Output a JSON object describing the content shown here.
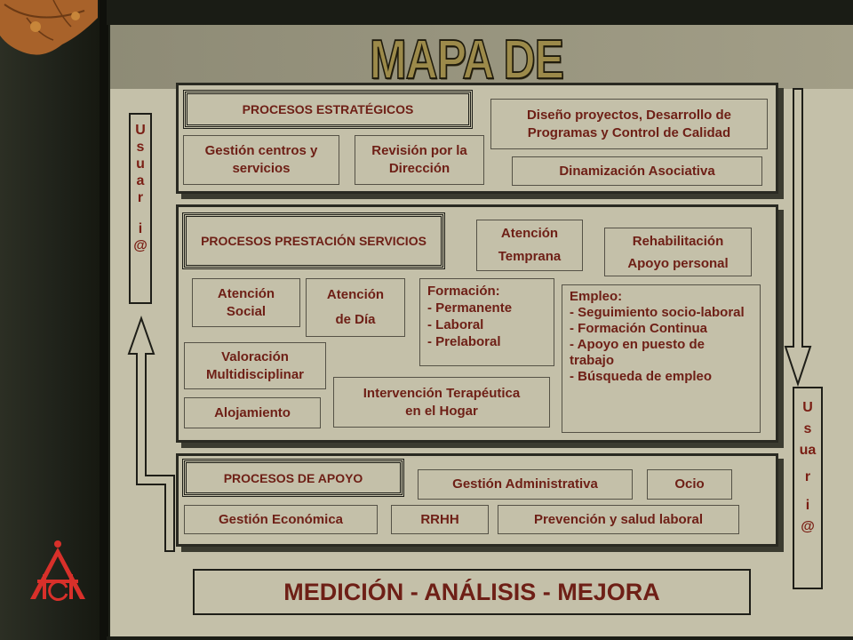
{
  "title": "MAPA DE PROCESOS",
  "usuario_left": [
    "U",
    "s",
    "u",
    "a",
    "r",
    "",
    "i",
    "@"
  ],
  "usuario_right": [
    "U",
    "s",
    "ua",
    "r",
    "i",
    "@"
  ],
  "estrategicos": {
    "header": "PROCESOS ESTRATÉGICOS",
    "items": [
      "Gestión centros y servicios",
      "Revisión por la Dirección",
      "Diseño proyectos, Desarrollo de Programas y Control de Calidad",
      "Dinamización Asociativa"
    ]
  },
  "prestacion": {
    "header": "PROCESOS PRESTACIÓN SERVICIOS",
    "atencion_temprana": [
      "Atención",
      "Temprana"
    ],
    "rehabilitacion": [
      "Rehabilitación",
      "Apoyo personal"
    ],
    "atencion_social": [
      "Atención",
      "Social"
    ],
    "atencion_dia": [
      "Atención",
      "de Día"
    ],
    "formacion": [
      "Formación:",
      "- Permanente",
      "- Laboral",
      "- Prelaboral"
    ],
    "empleo": [
      "Empleo:",
      "- Seguimiento socio-laboral",
      "- Formación Continua",
      "- Apoyo en puesto de trabajo",
      "- Búsqueda de empleo"
    ],
    "valoracion": [
      "Valoración",
      "Multidisciplinar"
    ],
    "intervencion": [
      "Intervención Terapéutica",
      "en el Hogar"
    ],
    "alojamiento": "Alojamiento"
  },
  "apoyo": {
    "header": "PROCESOS DE APOYO",
    "items": [
      "Gestión Administrativa",
      "Ocio",
      "Gestión Económica",
      "RRHH",
      "Prevención y salud laboral"
    ]
  },
  "medicion": "MEDICIÓN - ANÁLISIS - MEJORA",
  "colors": {
    "text": "#6e1f16",
    "logo": "#d8302a",
    "background": "#c4c0a9"
  }
}
